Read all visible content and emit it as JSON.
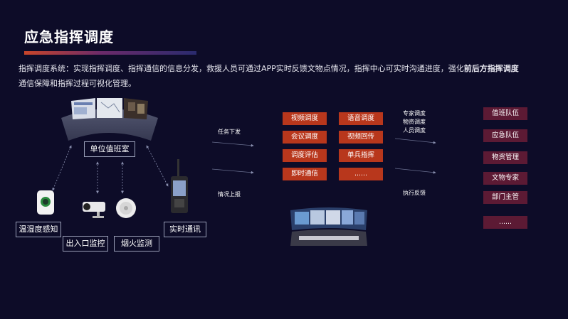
{
  "title": "应急指挥调度",
  "description": {
    "part1": "指挥调度系统：实现指挥调度、指挥通信的信息分发，救援人员可通过APP实时反馈文物点情况，指挥中心可实时沟通进度，强化",
    "bold": "前后方指挥调度",
    "part2": "通信保障和指挥过程可视化管理。"
  },
  "center": {
    "label": "单位值班室"
  },
  "devices": {
    "humidity": "温湿度感知",
    "entrance": "出入口监控",
    "smoke": "烟火监测",
    "comm": "实时通讯"
  },
  "flows": {
    "task_down": "任务下发",
    "report_up": "情况上报",
    "execute_feedback": "执行反馈"
  },
  "functions": [
    "视频调度",
    "语音调度",
    "会议调度",
    "视频回传",
    "调度评估",
    "单兵指挥",
    "即时通信",
    "......"
  ],
  "dispatch_types": [
    "专家调度",
    "物资调度",
    "人员调度"
  ],
  "teams": [
    "值班队伍",
    "应急队伍",
    "物资管理",
    "文物专家",
    "部门主管",
    "......"
  ],
  "colors": {
    "accent_red": "#b8371c",
    "maroon": "#5c1a34",
    "background": "#0d0c28"
  }
}
